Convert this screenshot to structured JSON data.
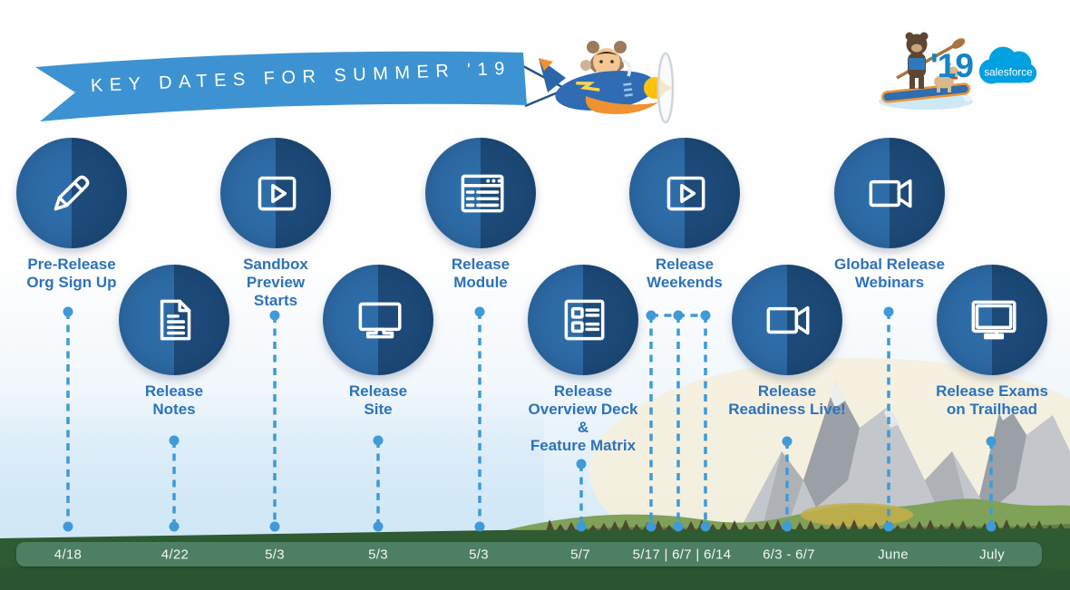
{
  "banner": {
    "title": "KEY DATES FOR SUMMER '19"
  },
  "logo": {
    "year_badge": "'19",
    "brand": "salesforce"
  },
  "timeline": {
    "items": [
      {
        "label": "Pre-Release\nOrg Sign Up",
        "date": "4/18",
        "icon": "pencil-icon"
      },
      {
        "label": "Release\nNotes",
        "date": "4/22",
        "icon": "document-icon"
      },
      {
        "label": "Sandbox\nPreview\nStarts",
        "date": "5/3",
        "icon": "video-play-icon"
      },
      {
        "label": "Release\nSite",
        "date": "5/3",
        "icon": "monitor-icon"
      },
      {
        "label": "Release\nModule",
        "date": "5/3",
        "icon": "browser-list-icon"
      },
      {
        "label": "Release\nOverview Deck\n&\nFeature Matrix",
        "date": "5/7",
        "icon": "checklist-icon"
      },
      {
        "label": "Release\nWeekends",
        "date": "5/17 | 6/7 | 6/14",
        "icon": "video-play-icon"
      },
      {
        "label": "Release\nReadiness Live!",
        "date": "6/3 - 6/7",
        "icon": "video-camera-icon"
      },
      {
        "label": "Global Release\nWebinars",
        "date": "June",
        "icon": "video-camera-icon"
      },
      {
        "label": "Release Exams\non Trailhead",
        "date": "July",
        "icon": "monitor-stand-icon"
      }
    ]
  },
  "colors": {
    "banner_blue": "#3d93d1",
    "circle_left_blue": "#2e6ca7",
    "circle_right_navy": "#1d4a78",
    "label_blue": "#2d72ba",
    "connector_blue": "#3f9ad8",
    "bar_green": "#4d7f63",
    "ground_green": "#2f5b33",
    "salesforce_cloud_blue": "#00A1E0",
    "year_badge_blue": "#1583c5"
  }
}
